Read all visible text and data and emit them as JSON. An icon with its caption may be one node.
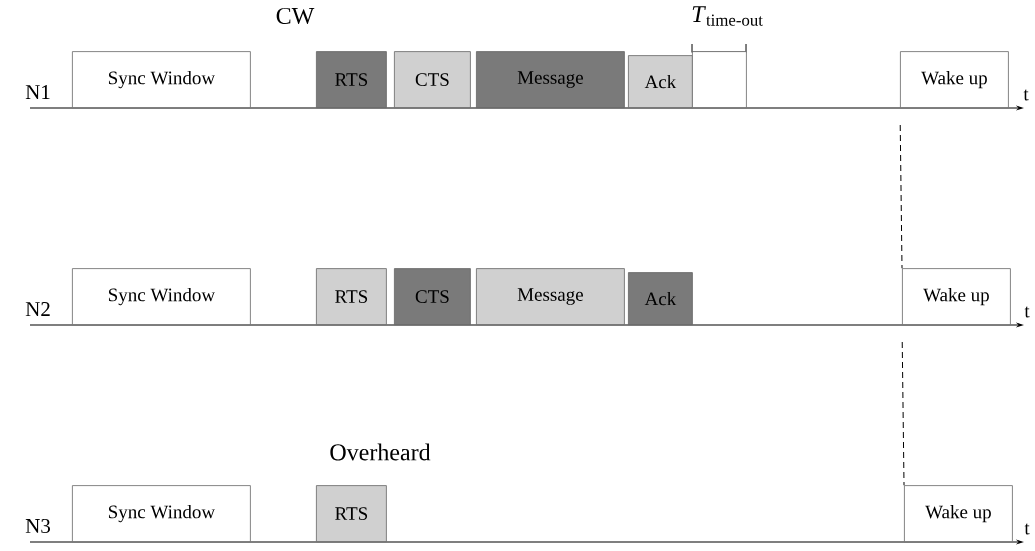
{
  "diagram": {
    "nodes": [
      {
        "text": [
          "Sync Window"
        ]
      },
      {
        "text": [
          "RTS"
        ]
      },
      {
        "text": [
          "CTS"
        ]
      },
      {
        "text": [
          "Message"
        ]
      },
      {
        "text": [
          "Ack"
        ]
      },
      {
        "text": [],
        "shape": "box"
      },
      {
        "text": [
          "Wake up"
        ]
      },
      {
        "text": [
          "Sync Window"
        ]
      },
      {
        "text": [
          "RTS"
        ]
      },
      {
        "text": [
          "CTS"
        ]
      },
      {
        "text": [
          "Message"
        ]
      },
      {
        "text": [
          "Ack"
        ]
      },
      {
        "text": [
          "Wake up"
        ]
      },
      {
        "text": [
          "Sync Window"
        ]
      },
      {
        "text": [
          "RTS"
        ]
      },
      {
        "text": [
          "Wake up"
        ]
      }
    ],
    "edges": [
      {
        "from": 6,
        "to": 12,
        "arrow": "none",
        "style": "dashed"
      },
      {
        "from": 12,
        "to": 15,
        "arrow": "none",
        "style": "dashed"
      }
    ],
    "labels": [
      "CW",
      "*T*$_{time-out}$",
      "N1",
      "t",
      "N2",
      "t",
      "Overheard",
      "N3",
      "t"
    ]
  }
}
